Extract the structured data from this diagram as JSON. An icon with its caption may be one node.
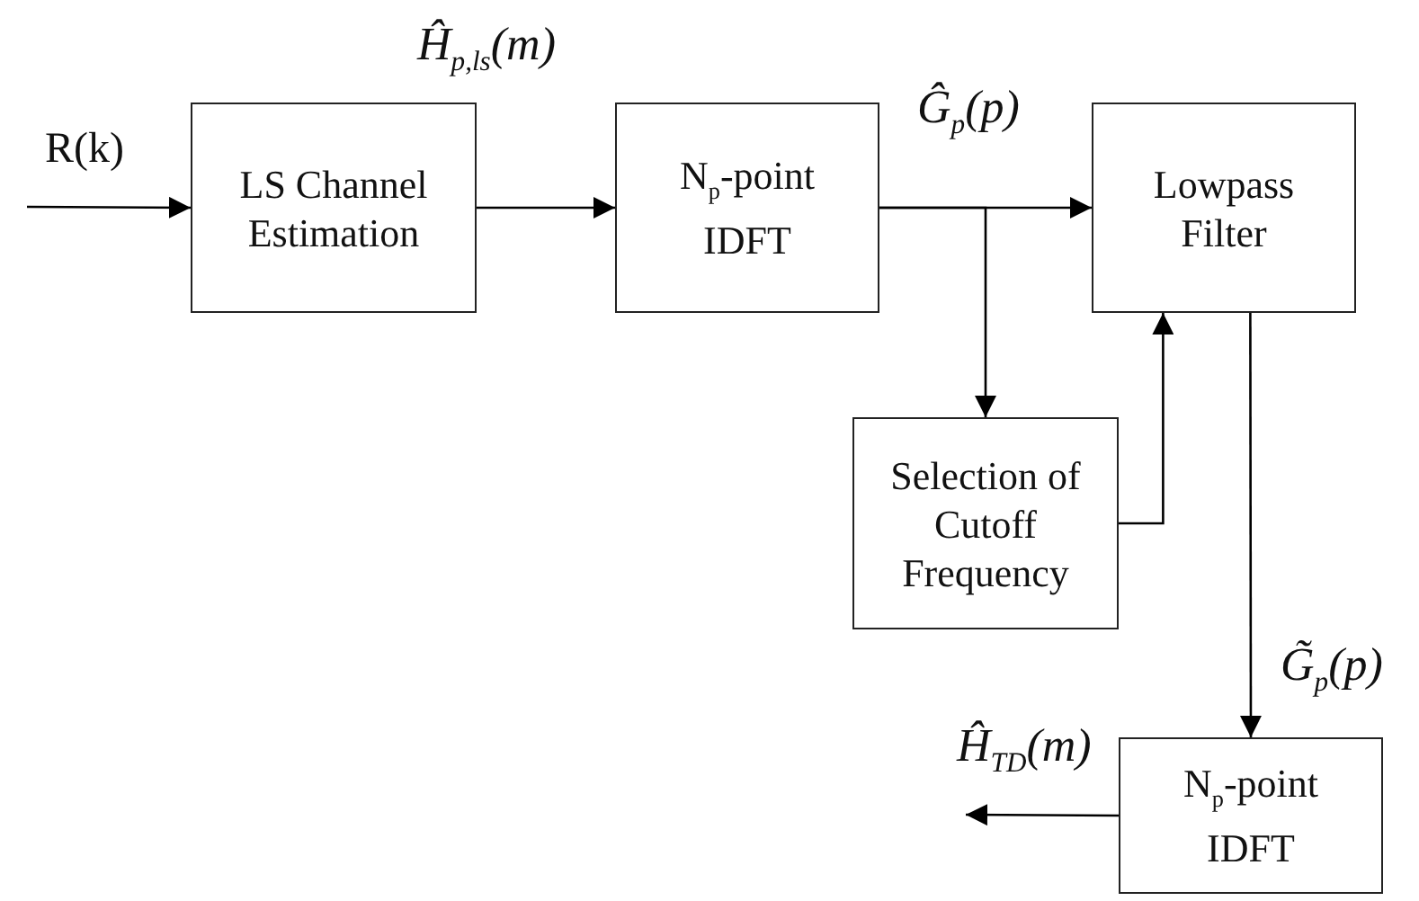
{
  "diagram": {
    "nodes": [
      {
        "text": [
          "LS Channel Estimation"
        ]
      },
      {
        "text": [
          "N$_{p}$-point IDFT"
        ]
      },
      {
        "text": [
          "Lowpass Filter"
        ]
      },
      {
        "text": [
          "Selection of Cutoff Frequency"
        ]
      },
      {
        "text": [
          "N$_{p}$-point IDFT"
        ]
      }
    ],
    "edges": [
      {
        "from": null,
        "to": 0,
        "arrow": "to",
        "label": "R(k)"
      },
      {
        "from": 0,
        "to": 1,
        "arrow": "to",
        "label": "Ĥ$_{p,ls}$(m)"
      },
      {
        "from": 1,
        "to": 2,
        "arrow": "to",
        "label": "Ĝ$_{p}$(p)"
      },
      {
        "from": 1,
        "to": 3,
        "arrow": "to"
      },
      {
        "from": 3,
        "to": 2,
        "arrow": "to"
      },
      {
        "from": 2,
        "to": 4,
        "arrow": "to",
        "label": "G̃$_{p}$(p)"
      },
      {
        "from": 4,
        "to": null,
        "arrow": "to",
        "label": "Ĥ$_{TD}$(m)"
      }
    ]
  }
}
